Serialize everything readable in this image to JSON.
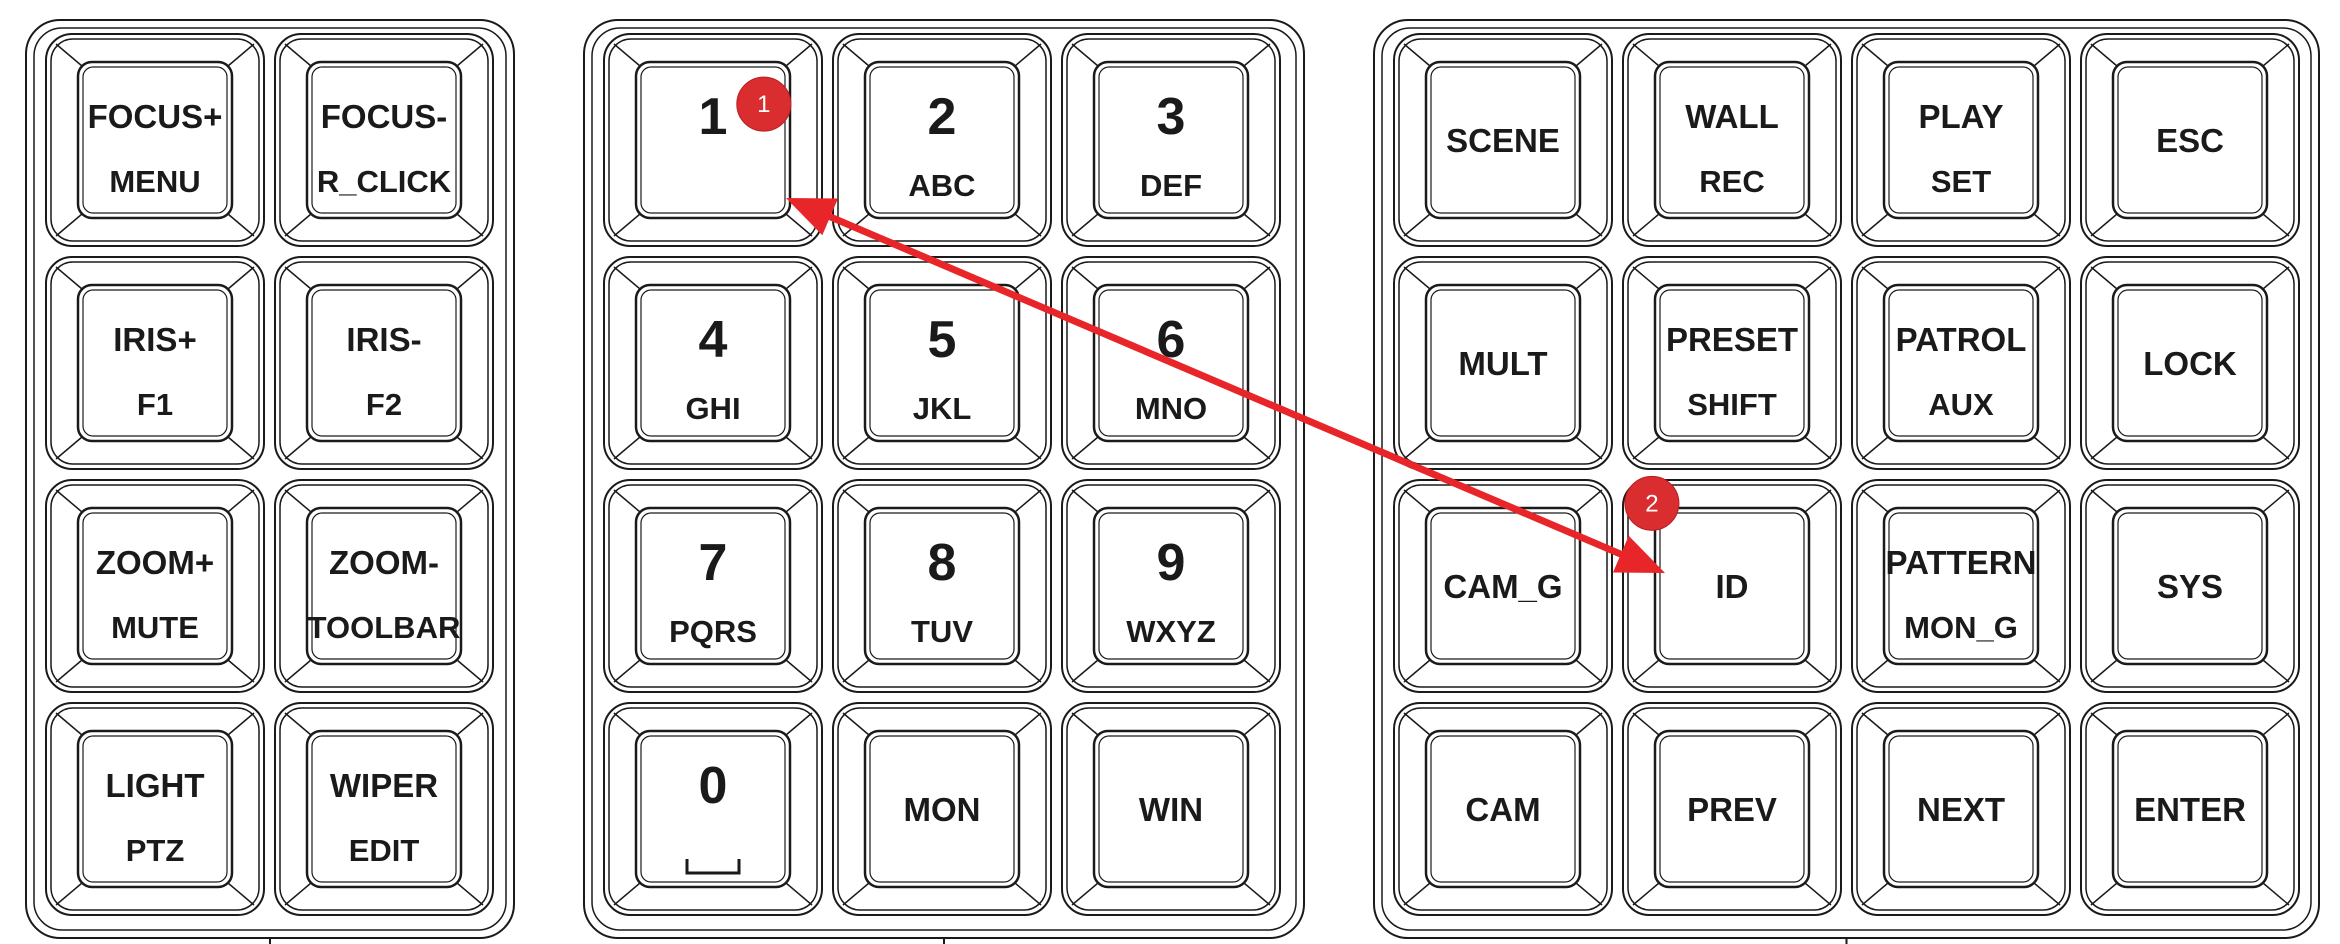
{
  "colors": {
    "line": "#1a1a1a",
    "background": "#ffffff",
    "arrow": "#e8262a",
    "badge": "#d92d30"
  },
  "panels": [
    {
      "name": "left-panel",
      "cols": 2,
      "keys": [
        {
          "id": "focus-plus",
          "label": "FOCUS+",
          "sub": "MENU"
        },
        {
          "id": "focus-minus",
          "label": "FOCUS-",
          "sub": "R_CLICK"
        },
        {
          "id": "iris-plus",
          "label": "IRIS+",
          "sub": "F1"
        },
        {
          "id": "iris-minus",
          "label": "IRIS-",
          "sub": "F2"
        },
        {
          "id": "zoom-plus",
          "label": "ZOOM+",
          "sub": "MUTE"
        },
        {
          "id": "zoom-minus",
          "label": "ZOOM-",
          "sub": "TOOLBAR"
        },
        {
          "id": "light",
          "label": "LIGHT",
          "sub": "PTZ"
        },
        {
          "id": "wiper",
          "label": "WIPER",
          "sub": "EDIT"
        }
      ]
    },
    {
      "name": "numpad-panel",
      "cols": 3,
      "keys": [
        {
          "id": "1",
          "num": "1",
          "sub": ""
        },
        {
          "id": "2",
          "num": "2",
          "sub": "ABC"
        },
        {
          "id": "3",
          "num": "3",
          "sub": "DEF"
        },
        {
          "id": "4",
          "num": "4",
          "sub": "GHI"
        },
        {
          "id": "5",
          "num": "5",
          "sub": "JKL"
        },
        {
          "id": "6",
          "num": "6",
          "sub": "MNO"
        },
        {
          "id": "7",
          "num": "7",
          "sub": "PQRS"
        },
        {
          "id": "8",
          "num": "8",
          "sub": "TUV"
        },
        {
          "id": "9",
          "num": "9",
          "sub": "WXYZ"
        },
        {
          "id": "0",
          "num": "0",
          "sub": "",
          "space_glyph": true
        },
        {
          "id": "mon",
          "label": "MON"
        },
        {
          "id": "win",
          "label": "WIN"
        }
      ]
    },
    {
      "name": "function-panel",
      "cols": 4,
      "keys": [
        {
          "id": "scene",
          "label": "SCENE"
        },
        {
          "id": "wall",
          "label": "WALL",
          "sub": "REC"
        },
        {
          "id": "play",
          "label": "PLAY",
          "sub": "SET"
        },
        {
          "id": "esc",
          "label": "ESC"
        },
        {
          "id": "mult",
          "label": "MULT"
        },
        {
          "id": "preset",
          "label": "PRESET",
          "sub": "SHIFT"
        },
        {
          "id": "patrol",
          "label": "PATROL",
          "sub": "AUX"
        },
        {
          "id": "lock",
          "label": "LOCK"
        },
        {
          "id": "cam-g",
          "label": "CAM_G"
        },
        {
          "id": "id",
          "label": "ID"
        },
        {
          "id": "pattern",
          "label": "PATTERN",
          "sub": "MON_G"
        },
        {
          "id": "sys",
          "label": "SYS"
        },
        {
          "id": "cam",
          "label": "CAM"
        },
        {
          "id": "prev",
          "label": "PREV"
        },
        {
          "id": "next",
          "label": "NEXT"
        },
        {
          "id": "enter",
          "label": "ENTER"
        }
      ]
    }
  ],
  "annotations": [
    {
      "badge": "1",
      "target_key": "1"
    },
    {
      "badge": "2",
      "target_key": "id"
    }
  ]
}
